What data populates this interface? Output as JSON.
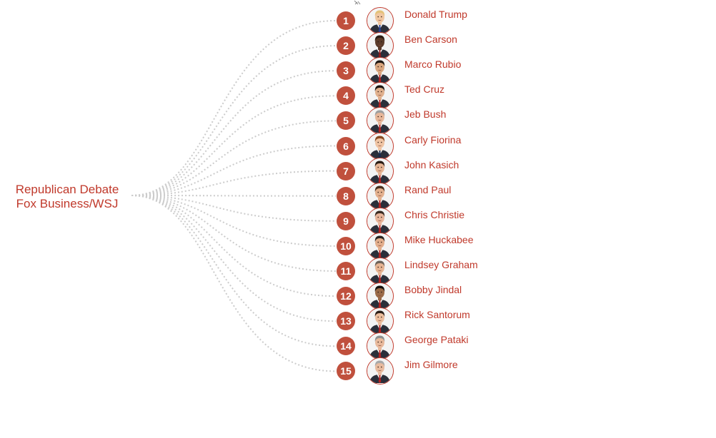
{
  "source": {
    "line1": "Republican Debate",
    "line2": "Fox Business/WSJ"
  },
  "colors": {
    "accent": "#c0392b",
    "badge": "#c0503d",
    "connector": "#cccccc"
  },
  "candidates": [
    {
      "rank": "1",
      "name": "Donald Trump",
      "hair": "#e3c27a",
      "skin": "#f0c6a0",
      "tie": "#2a3f8c"
    },
    {
      "rank": "2",
      "name": "Ben Carson",
      "hair": "#2b1a12",
      "skin": "#5b3b2a",
      "tie": "#8e1b1b"
    },
    {
      "rank": "3",
      "name": "Marco Rubio",
      "hair": "#1f1712",
      "skin": "#d9a67f",
      "tie": "#b52020"
    },
    {
      "rank": "4",
      "name": "Ted Cruz",
      "hair": "#1c1410",
      "skin": "#e0b08d",
      "tie": "#b52020"
    },
    {
      "rank": "5",
      "name": "Jeb Bush",
      "hair": "#9e9e9e",
      "skin": "#e7b79a",
      "tie": "#b52020"
    },
    {
      "rank": "6",
      "name": "Carly Fiorina",
      "hair": "#8a4a22",
      "skin": "#efc4a4",
      "tie": "#1b2a4a"
    },
    {
      "rank": "7",
      "name": "John Kasich",
      "hair": "#2a1d15",
      "skin": "#e5b494",
      "tie": "#b52020"
    },
    {
      "rank": "8",
      "name": "Rand Paul",
      "hair": "#4a2e1d",
      "skin": "#e3b08e",
      "tie": "#b52020"
    },
    {
      "rank": "9",
      "name": "Chris Christie",
      "hair": "#3a2b22",
      "skin": "#e7b49a",
      "tie": "#b52020"
    },
    {
      "rank": "10",
      "name": "Mike Huckabee",
      "hair": "#2a2320",
      "skin": "#e2ae8c",
      "tie": "#b52020"
    },
    {
      "rank": "11",
      "name": "Lindsey Graham",
      "hair": "#6d6259",
      "skin": "#e6b493",
      "tie": "#b52020"
    },
    {
      "rank": "12",
      "name": "Bobby Jindal",
      "hair": "#150e0b",
      "skin": "#9a6a48",
      "tie": "#b52020"
    },
    {
      "rank": "13",
      "name": "Rick Santorum",
      "hair": "#2b1f18",
      "skin": "#ebbd9d",
      "tie": "#b52020"
    },
    {
      "rank": "14",
      "name": "George Pataki",
      "hair": "#8f8f8f",
      "skin": "#e8b99c",
      "tie": "#b52020"
    },
    {
      "rank": "15",
      "name": "Jim Gilmore",
      "hair": "#a8a8a8",
      "skin": "#e8bb9f",
      "tie": "#b52020"
    }
  ]
}
